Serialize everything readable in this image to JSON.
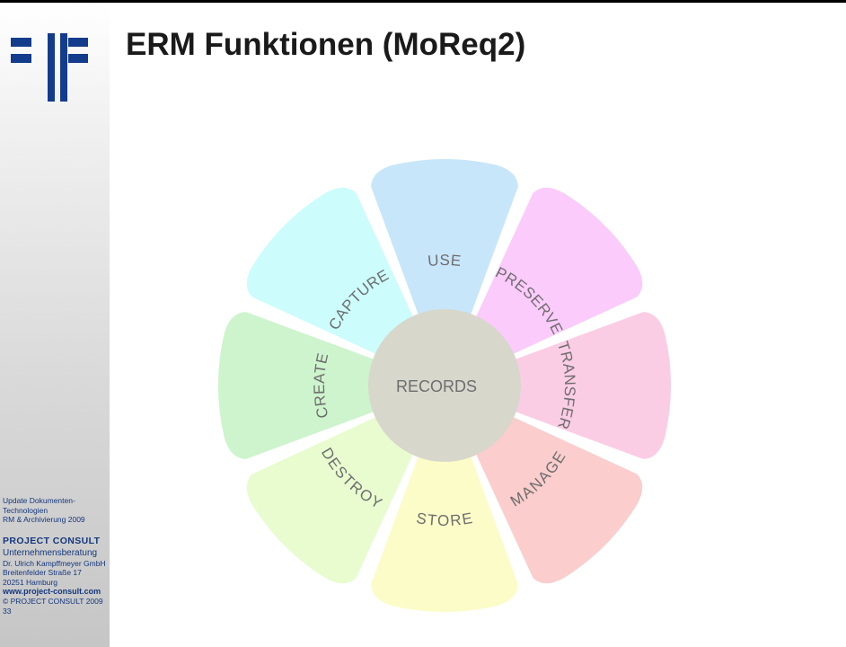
{
  "slide": {
    "title": "ERM Funktionen (MoReq2)",
    "page_number": "33"
  },
  "footer": {
    "event_line1": "Update Dokumenten-",
    "event_line2": "Technologien",
    "event_line3": "RM & Archivierung 2009",
    "company": "PROJECT   CONSULT",
    "company_sub": "Unternehmensberatung",
    "person": "Dr. Ulrich Kampffmeyer  GmbH",
    "street": "Breitenfelder Straße 17",
    "city": "20251 Hamburg",
    "website": "www.project-consult.com",
    "copyright": "© PROJECT CONSULT  2009"
  },
  "diagram": {
    "center": "RECORDS",
    "segments": [
      {
        "label": "CAPTURE",
        "color": "#ccfcfc"
      },
      {
        "label": "USE",
        "color": "#c8e6fa"
      },
      {
        "label": "PRESERVE",
        "color": "#fbcbfb"
      },
      {
        "label": "TRANSFER",
        "color": "#fbcde5"
      },
      {
        "label": "MANAGE",
        "color": "#fbcdcd"
      },
      {
        "label": "STORE",
        "color": "#fcfcc9"
      },
      {
        "label": "DESTROY",
        "color": "#e8fcd0"
      },
      {
        "label": "CREATE",
        "color": "#cdf4cd"
      }
    ],
    "hub_color": "#d7d7cc",
    "text_color": "#6e6e6e"
  }
}
